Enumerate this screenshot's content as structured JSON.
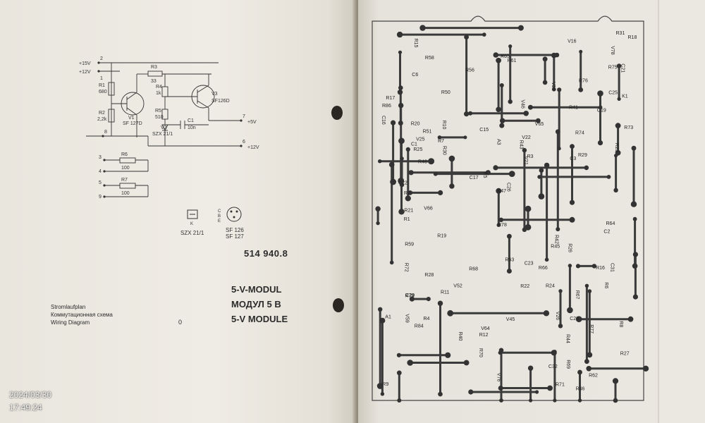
{
  "left_page": {
    "document_number": "514 940.8",
    "title_lines": [
      "5-V-MODUL",
      "МОДУЛ 5 В",
      "5-V MODULE"
    ],
    "caption_lines": [
      "Stromlaufplan",
      "Коммутационная схема",
      "Wiring Diagram"
    ],
    "page_marker": "0",
    "schematic": {
      "supply_labels": [
        "+15V",
        "+12V"
      ],
      "output_labels": [
        "+5V",
        "+12V"
      ],
      "terminals": [
        "2",
        "1",
        "8",
        "7",
        "6",
        "3",
        "4",
        "5",
        "9"
      ],
      "components": [
        {
          "ref": "R1",
          "value": "680"
        },
        {
          "ref": "R2",
          "value": "2,2k"
        },
        {
          "ref": "R3",
          "value": "33"
        },
        {
          "ref": "R4",
          "value": "1k"
        },
        {
          "ref": "R5",
          "value": "510"
        },
        {
          "ref": "R6",
          "value": "100"
        },
        {
          "ref": "R7",
          "value": "100"
        },
        {
          "ref": "V1",
          "value": "SF 127D"
        },
        {
          "ref": "V2",
          "value": "SZX 21/1"
        },
        {
          "ref": "V3",
          "value": "SF126D"
        },
        {
          "ref": "C1",
          "value": "10n"
        }
      ],
      "pinouts": [
        {
          "part": "SZX 21/1",
          "pins": "K"
        },
        {
          "part": "SF 126\nSF 127",
          "pins": "C B E"
        }
      ]
    }
  },
  "right_page": {
    "pcb_labels": [
      "R8",
      "R7",
      "R6",
      "R5",
      "R4",
      "R3",
      "R2",
      "R1",
      "R9",
      "R10",
      "R11",
      "R12",
      "R15",
      "R16",
      "R17",
      "R18",
      "R19",
      "R20",
      "R21",
      "R22",
      "R23",
      "R24",
      "R25",
      "R26",
      "R27",
      "R28",
      "R29",
      "R30",
      "R31",
      "R40",
      "R41",
      "R42",
      "R43",
      "R44",
      "R45",
      "R46",
      "R47",
      "R48",
      "R50",
      "R51",
      "R56",
      "R58",
      "R59",
      "R61",
      "R62",
      "R63",
      "R64",
      "R65",
      "R66",
      "R67",
      "R68",
      "R69",
      "R70",
      "R71",
      "R72",
      "R73",
      "R74",
      "R75",
      "R76",
      "R77",
      "R78",
      "R79",
      "R84",
      "R86",
      "C1",
      "C2",
      "C3",
      "C6",
      "C15",
      "C16",
      "C17",
      "C19",
      "C21",
      "C22",
      "C23",
      "C25",
      "C26",
      "C28",
      "C29",
      "C31",
      "C32",
      "V16",
      "V21",
      "V22",
      "V25",
      "V26",
      "V35",
      "V45",
      "V46",
      "V52",
      "V59",
      "V64",
      "V65",
      "V66",
      "V76",
      "V78",
      "K1",
      "A1",
      "A3"
    ]
  },
  "timestamp": {
    "date": "2024/03/30",
    "time": "17:49:24"
  }
}
